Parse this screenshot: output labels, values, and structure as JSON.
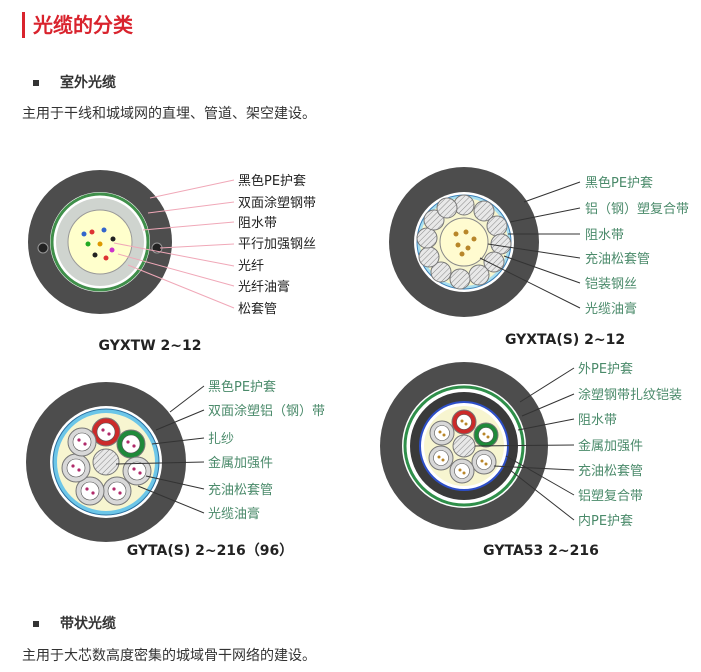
{
  "section": {
    "title": "光缆的分类"
  },
  "outdoor": {
    "heading": "室外光缆",
    "description": "主用于干线和城域网的直埋、管道、架空建设。"
  },
  "ribbon": {
    "heading": "带状光缆",
    "description": "主用于大芯数高度密集的城域骨干网络的建设。"
  },
  "cables": [
    {
      "name": "GYXTW  2~12",
      "labels": [
        "黑色PE护套",
        "双面涂塑钢带",
        "阻水带",
        "平行加强钢丝",
        "光纤",
        "光纤油膏",
        "松套管"
      ]
    },
    {
      "name": "GYXTA(S)  2~12",
      "labels": [
        "黑色PE护套",
        "铝（钢）塑复合带",
        "阻水带",
        "充油松套管",
        "铠装钢丝",
        "光缆油膏"
      ]
    },
    {
      "name": "GYTA(S)  2~216（96）",
      "labels": [
        "黑色PE护套",
        "双面涂塑铝（钢）带",
        "扎纱",
        "金属加强件",
        "充油松套管",
        "光缆油膏"
      ]
    },
    {
      "name": "GYTA53  2~216",
      "labels": [
        "外PE护套",
        "涂塑钢带扎纹铠装",
        "阻水带",
        "金属加强件",
        "充油松套管",
        "铝塑复合带",
        "内PE护套"
      ]
    }
  ],
  "colors": {
    "accent": "#d9232d",
    "label_green": "#4a8a6a",
    "label_black": "#222222",
    "jacket": "#5a5a5a"
  }
}
